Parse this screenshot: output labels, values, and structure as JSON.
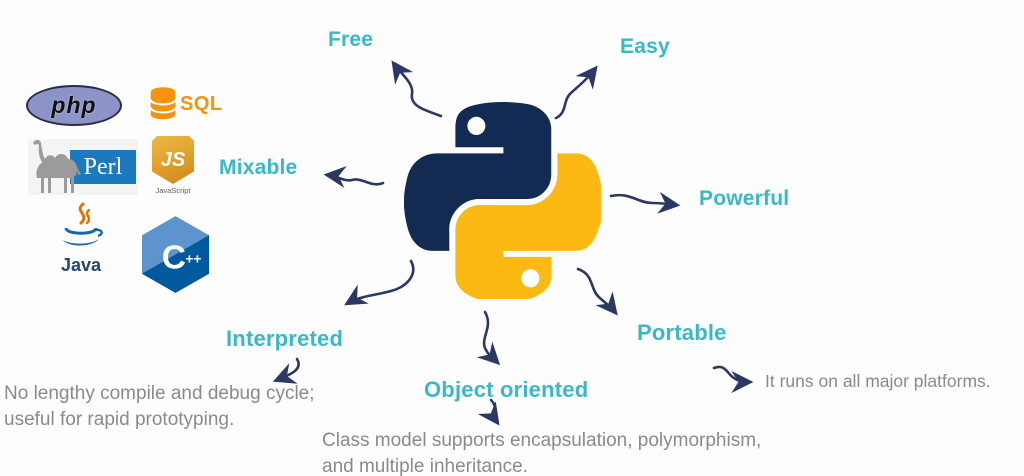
{
  "diagram": {
    "center_icon": "python-logo",
    "features": {
      "free": "Free",
      "easy": "Easy",
      "mixable": "Mixable",
      "powerful": "Powerful",
      "interpreted": "Interpreted",
      "object_oriented": "Object oriented",
      "portable": "Portable"
    },
    "descriptions": {
      "interpreted_line1": "No lengthy compile and debug cycle;",
      "interpreted_line2": "useful for rapid prototyping.",
      "object_line1": "Class model supports encapsulation, polymorphism,",
      "object_line2": "and multiple inheritance.",
      "portable": "It runs on all major platforms."
    }
  },
  "languages": {
    "php": "php",
    "sql": "SQL",
    "perl": "Perl",
    "js_badge": "JS",
    "js_caption": "JavaScript",
    "java": "Java",
    "cpp_c": "C",
    "cpp_plus": "++"
  },
  "colors": {
    "feature_teal": "#3ab7c8",
    "arrow_navy": "#2b3765",
    "python_navy": "#132a52",
    "python_gold": "#fcb813",
    "gray_text": "#8a8a8a",
    "php_purple": "#8b93c7",
    "sql_orange": "#f6920e",
    "perl_blue": "#1d79bd",
    "js_gold": "#dE9b27",
    "java_blue": "#1668a8",
    "java_flame": "#e76f00",
    "cpp_light_blue": "#5e94cd",
    "cpp_dark_blue": "#00599c"
  }
}
